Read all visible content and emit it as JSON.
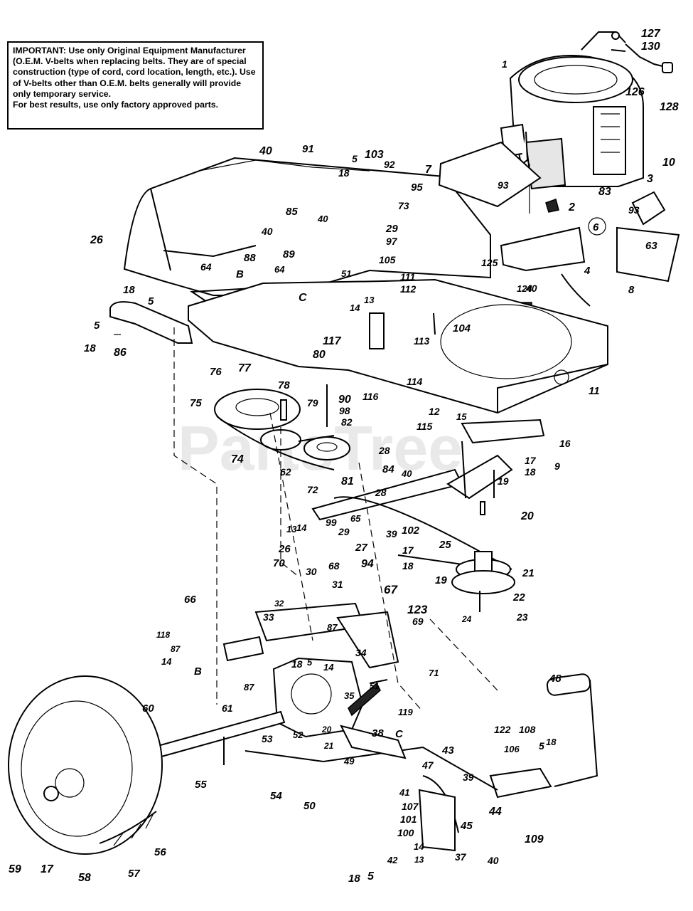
{
  "notice": {
    "line1": "IMPORTANT: Use only Original Equipment Manufacturer (O.E.M. V-belts when replacing belts. They are of special construction (type of cord, cord location, length, etc.). Use of V-belts other than O.E.M. belts generally will provide only temporary service.",
    "line2": "For best results, use only factory approved parts."
  },
  "watermark": {
    "text": "PartsTree",
    "tm": "TM"
  },
  "callouts": [
    "1",
    "127",
    "130",
    "126",
    "128",
    "10",
    "3",
    "83",
    "2",
    "7",
    "93",
    "93",
    "6",
    "63",
    "8",
    "4",
    "124",
    "125",
    "40",
    "40",
    "91",
    "5",
    "18",
    "103",
    "92",
    "95",
    "73",
    "85",
    "40",
    "89",
    "88",
    "40",
    "26",
    "29",
    "97",
    "105",
    "64",
    "B",
    "64",
    "51",
    "C",
    "18",
    "5",
    "5",
    "18",
    "86",
    "111",
    "13",
    "112",
    "14",
    "104",
    "117",
    "80",
    "11",
    "113",
    "114",
    "116",
    "12",
    "15",
    "115",
    "76",
    "77",
    "78",
    "75",
    "90",
    "98",
    "79",
    "82",
    "74",
    "62",
    "72",
    "81",
    "28",
    "84",
    "40",
    "16",
    "9",
    "17",
    "18",
    "19",
    "20",
    "99",
    "29",
    "65",
    "39",
    "102",
    "28",
    "27",
    "94",
    "13",
    "14",
    "26",
    "70",
    "30",
    "68",
    "17",
    "18",
    "25",
    "19",
    "21",
    "22",
    "23",
    "24",
    "31",
    "67",
    "32",
    "66",
    "33",
    "123",
    "69",
    "118",
    "87",
    "14",
    "87",
    "B",
    "87",
    "18",
    "5",
    "14",
    "34",
    "71",
    "48",
    "51",
    "35",
    "38",
    "119",
    "C",
    "61",
    "60",
    "53",
    "52",
    "20",
    "21",
    "50",
    "49",
    "54",
    "55",
    "43",
    "122",
    "108",
    "106",
    "5",
    "18",
    "47",
    "39",
    "41",
    "107",
    "101",
    "100",
    "14",
    "13",
    "37",
    "40",
    "42",
    "18",
    "5",
    "45",
    "44",
    "109",
    "56",
    "57",
    "58",
    "17",
    "59"
  ]
}
